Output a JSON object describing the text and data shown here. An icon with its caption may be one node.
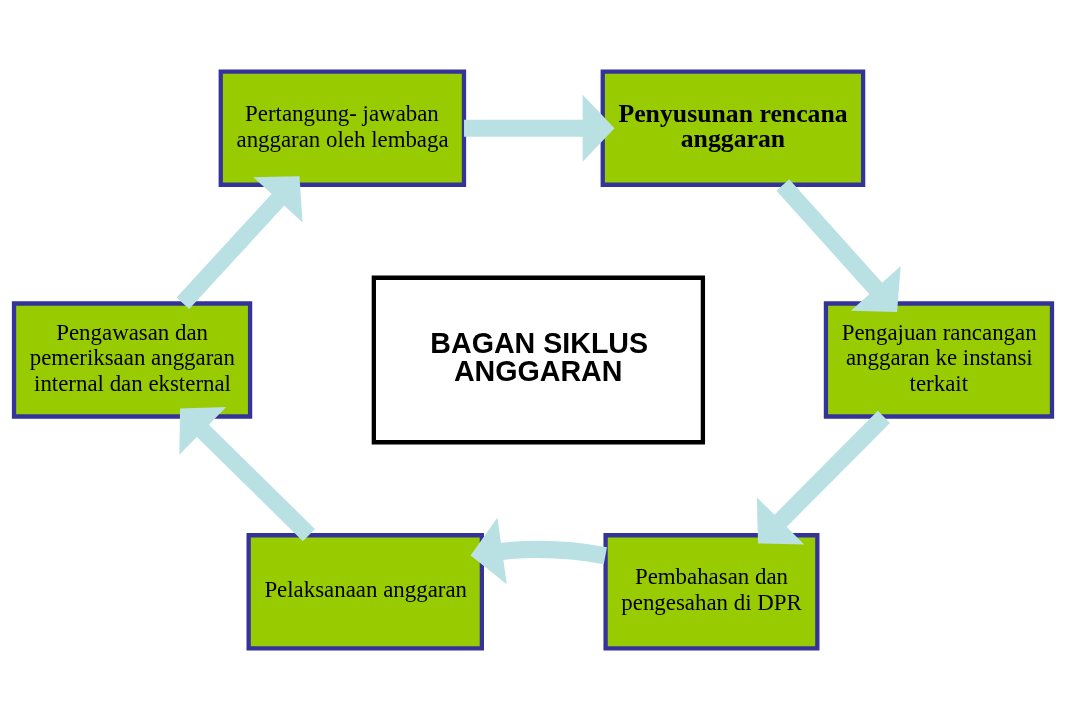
{
  "diagram": {
    "nodes": [
      {
        "text": [
          "Pertangung- jawaban anggaran oleh lembaga"
        ]
      },
      {
        "text": [
          "Penyusunan rencana anggaran"
        ]
      },
      {
        "text": [
          "Pengawasan dan pemeriksaan anggaran internal dan eksternal"
        ]
      },
      {
        "text": [
          "BAGAN SIKLUS ANGGARAN"
        ]
      },
      {
        "text": [
          "Pengajuan rancangan anggaran ke instansi terkait"
        ]
      },
      {
        "text": [
          "Pelaksanaan anggaran"
        ]
      },
      {
        "text": [
          "Pembahasan dan pengesahan di DPR"
        ]
      }
    ],
    "edges": [
      {
        "from": 0,
        "to": 1,
        "arrow": "to"
      },
      {
        "from": 1,
        "to": 4,
        "arrow": "to"
      },
      {
        "from": 4,
        "to": 6,
        "arrow": "to"
      },
      {
        "from": 6,
        "to": 5,
        "arrow": "to"
      },
      {
        "from": 5,
        "to": 2,
        "arrow": "to"
      },
      {
        "from": 2,
        "to": 0,
        "arrow": "to"
      }
    ]
  }
}
